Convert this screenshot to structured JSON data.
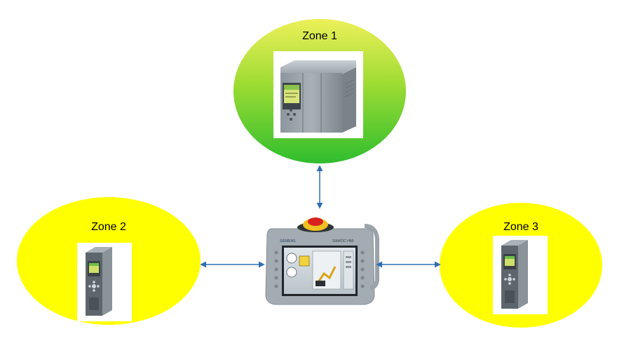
{
  "diagram": {
    "zones": [
      {
        "id": "zone-1",
        "label": "Zone 1",
        "fill": "#33c633",
        "device": "large-plc-cpu"
      },
      {
        "id": "zone-2",
        "label": "Zone 2",
        "fill": "#ffff00",
        "device": "compact-plc-cpu"
      },
      {
        "id": "zone-3",
        "label": "Zone 3",
        "fill": "#ffff00",
        "device": "compact-plc-cpu"
      }
    ],
    "center_device": {
      "type": "mobile-hmi-panel",
      "brand": "SIEMENS",
      "model": "SIMATIC HMI"
    },
    "connections": [
      {
        "from": "hmi",
        "to": "zone-1",
        "style": "double-arrow"
      },
      {
        "from": "hmi",
        "to": "zone-2",
        "style": "double-arrow"
      },
      {
        "from": "hmi",
        "to": "zone-3",
        "style": "double-arrow"
      }
    ],
    "colors": {
      "arrow": "#2e6fb3",
      "zone_outline": "#ffffff"
    }
  }
}
